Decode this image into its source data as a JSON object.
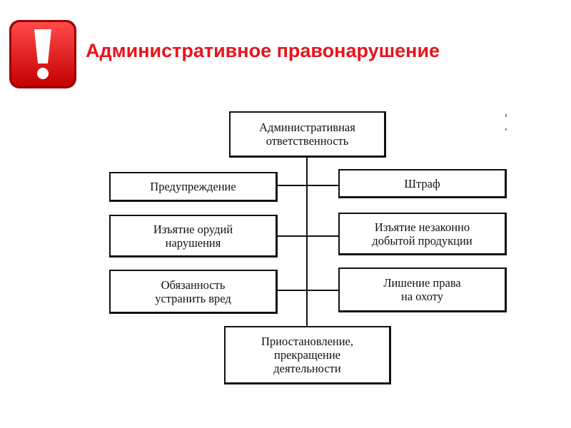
{
  "title": "Административное правонарушение",
  "icon": {
    "name": "exclamation-icon",
    "color": "#e8141c"
  },
  "diagram": {
    "root": "Административная\nответственность",
    "left": [
      "Предупреждение",
      "Изъятие орудий\nнарушения",
      "Обязанность\nустранить вред"
    ],
    "right": [
      "Штраф",
      "Изъятие незаконно\nдобытой продукции",
      "Лишение права\nна охоту"
    ],
    "bottom": "Приостановление,\nпрекращение\nдеятельности"
  }
}
